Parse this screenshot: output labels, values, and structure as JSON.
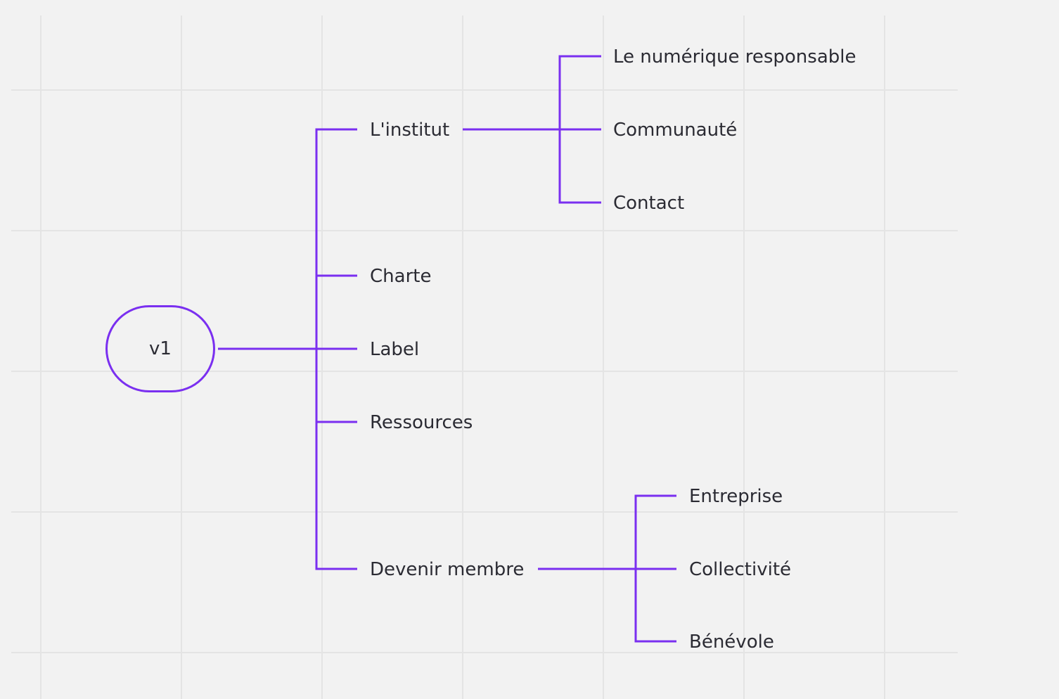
{
  "colors": {
    "background": "#f2f2f2",
    "grid_line": "#e4e4e4",
    "connector": "#7a2ff0",
    "text": "#2b2b33"
  },
  "mindmap": {
    "root": {
      "label": "v1"
    },
    "branches": [
      {
        "label": "L'institut",
        "children": [
          {
            "label": "Le numérique responsable"
          },
          {
            "label": "Communauté"
          },
          {
            "label": "Contact"
          }
        ]
      },
      {
        "label": "Charte",
        "children": []
      },
      {
        "label": "Label",
        "children": []
      },
      {
        "label": "Ressources",
        "children": []
      },
      {
        "label": "Devenir membre",
        "children": [
          {
            "label": "Entreprise"
          },
          {
            "label": "Collectivité"
          },
          {
            "label": "Bénévole"
          }
        ]
      }
    ]
  }
}
